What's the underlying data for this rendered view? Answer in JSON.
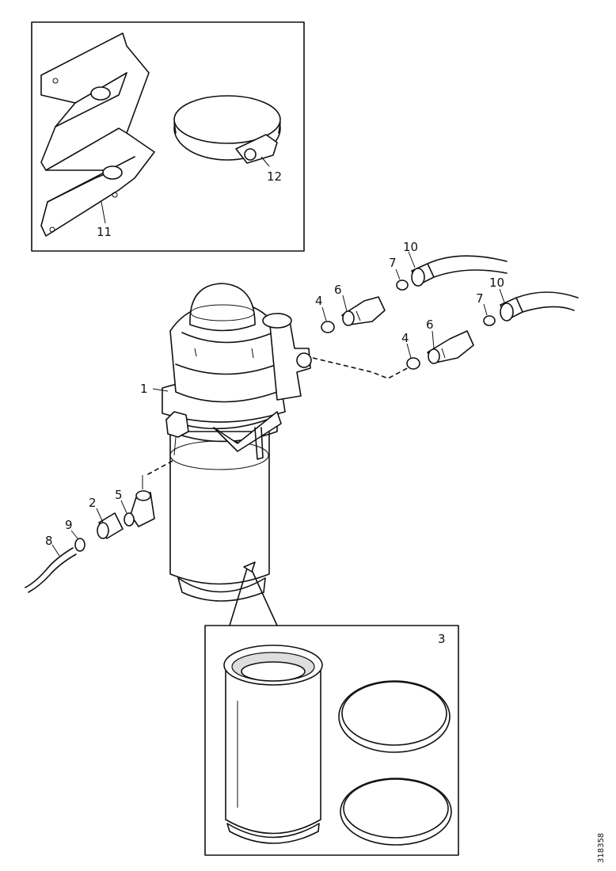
{
  "callouts": {
    "c1": "1",
    "c2": "2",
    "c3": "3",
    "c4a": "4",
    "c4b": "4",
    "c5": "5",
    "c6a": "6",
    "c6b": "6",
    "c7a": "7",
    "c7b": "7",
    "c8": "8",
    "c9": "9",
    "c10a": "10",
    "c10b": "10",
    "c11": "11",
    "c12": "12"
  },
  "document_id": "318358"
}
